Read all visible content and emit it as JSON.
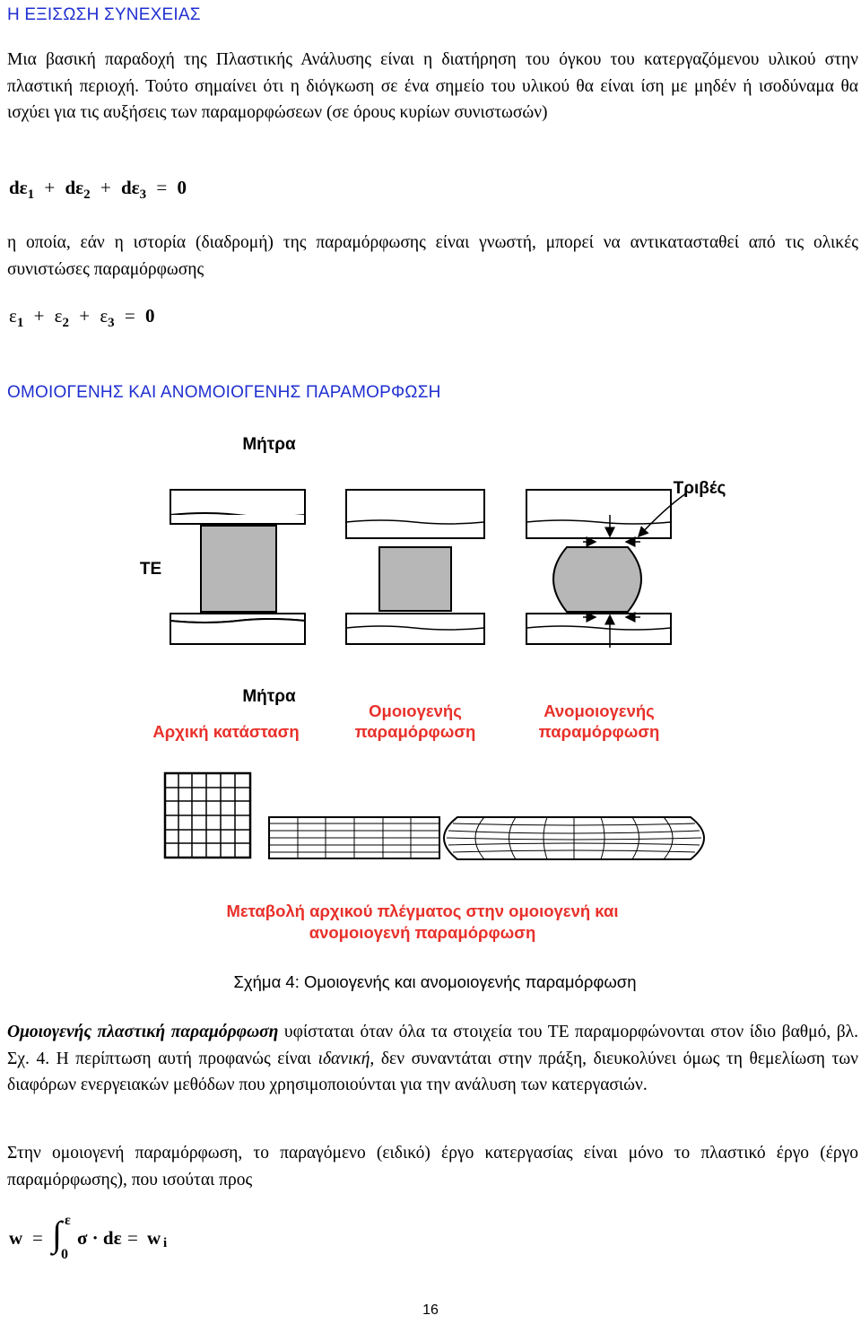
{
  "section1": {
    "heading": "Η ΕΞΙΣΩΣΗ ΣΥΝΕΧΕΙΑΣ",
    "paragraph": "Μια βασική παραδοχή της Πλαστικής Ανάλυσης είναι η διατήρηση του όγκου του κατεργαζόμενου υλικού στην πλαστική περιοχή. Τούτο σημαίνει ότι η διόγκωση σε ένα σημείο του υλικού θα είναι ίση με μηδέν ή ισοδύναμα θα ισχύει για τις αυξήσεις των παραμορφώσεων (σε όρους κυρίων συνιστωσών)",
    "equation1": {
      "t1": "dε",
      "s1": "1",
      "plus": "+",
      "t2": "dε",
      "s2": "2",
      "t3": "dε",
      "s3": "3",
      "eq": "=",
      "rhs": "0"
    },
    "paragraph2": "η οποία, εάν η ιστορία (διαδρομή) της παραμόρφωσης είναι γνωστή, μπορεί να αντικατασταθεί από τις ολικές συνιστώσες παραμόρφωσης",
    "equation2": {
      "t1": "ε",
      "s1": "1",
      "plus": "+",
      "t2": "ε",
      "s2": "2",
      "t3": "ε",
      "s3": "3",
      "eq": "=",
      "rhs": "0"
    }
  },
  "section2": {
    "heading": "ΟΜΟΙΟΓΕΝΗΣ ΚΑΙ ΑΝΟΜΟΙΟΓΕΝΗΣ ΠΑΡΑΜΟΡΦΩΣΗ"
  },
  "figure": {
    "label_top_die": "Μήτρα",
    "label_friction": "Τριβές",
    "label_workpiece": "ΤΕ",
    "label_bottom_die": "Μήτρα",
    "label_initial": "Αρχική κατάσταση",
    "label_homog_1": "Ομοιογενής",
    "label_homog_2": "παραμόρφωση",
    "label_inhomog_1": "Ανομοιογενής",
    "label_inhomog_2": "παραμόρφωση",
    "grid_caption_1": "Μεταβολή αρχικού πλέγματος στην ομοιογενή και",
    "grid_caption_2": "ανομοιογενή παραμόρφωση",
    "caption": "Σχήμα 4: Ομοιογενής και ανομοιογενής παραμόρφωση",
    "colors": {
      "label_red": "#e8302a",
      "workpiece": "#b7b7b7",
      "heading_blue": "#1f2fd0"
    }
  },
  "section3": {
    "term": "Ομοιογενής πλαστική παραμόρφωση",
    "p1_after_term": " υφίσταται όταν όλα τα στοιχεία του ΤΕ παραμορφώνονται στον ίδιο βαθμό, βλ. Σχ. 4. Η περίπτωση αυτή προφανώς είναι ",
    "p1_ideal": "ιδανική",
    "p1_end": ", δεν συναντάται στην πράξη, διευκολύνει όμως τη θεμελίωση των διαφόρων ενεργειακών μεθόδων που χρησιμοποιούνται για την ανάλυση των κατεργασιών.",
    "paragraph2": "Στην ομοιογενή παραμόρφωση, το παραγόμενο (ειδικό) έργο κατεργασίας είναι μόνο το πλαστικό έργο (έργο παραμόρφωσης), που ισούται προς",
    "equation3": {
      "lhs": "w",
      "eq": "=",
      "integral": "∫",
      "upper": "ε",
      "lower": "0",
      "body": "σ · dε",
      "eq2": "=",
      "rhs": "w",
      "rhs_sub": "i"
    }
  },
  "page_number": "16"
}
